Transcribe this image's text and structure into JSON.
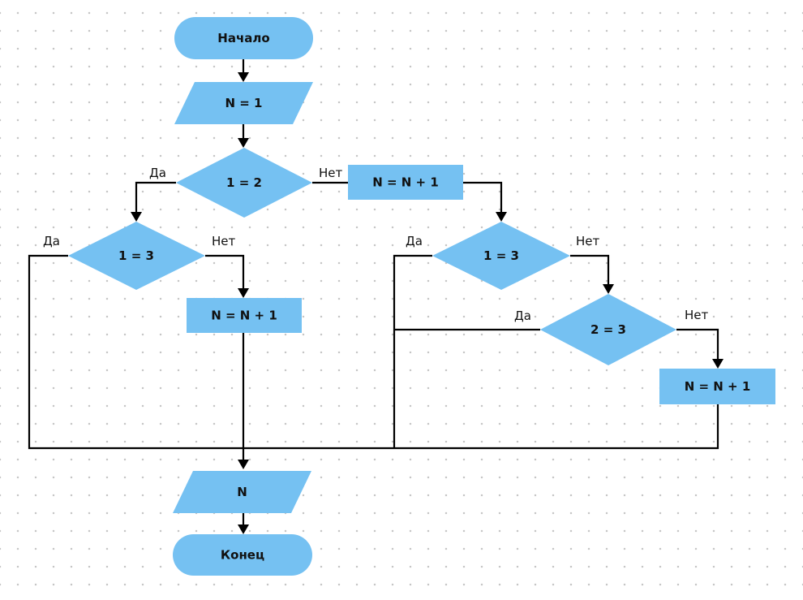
{
  "diagram": {
    "shape_fill": "#75c1f2",
    "line_color": "#000000",
    "nodes": {
      "start": "Начало",
      "input_n": "N = 1",
      "cond_1_2": "1 = 2",
      "inc_top": "N = N + 1",
      "cond_left_1_3": "1 = 3",
      "inc_left": "N = N + 1",
      "cond_right_1_3": "1 = 3",
      "cond_2_3": "2 = 3",
      "inc_right": "N = N + 1",
      "output_n": "N",
      "end": "Конец"
    },
    "edge_labels": {
      "cond_1_2_yes": "Да",
      "cond_1_2_no": "Нет",
      "left_1_3_yes": "Да",
      "left_1_3_no": "Нет",
      "right_1_3_yes": "Да",
      "right_1_3_no": "Нет",
      "cond_2_3_yes": "Да",
      "cond_2_3_no": "Нет"
    }
  }
}
